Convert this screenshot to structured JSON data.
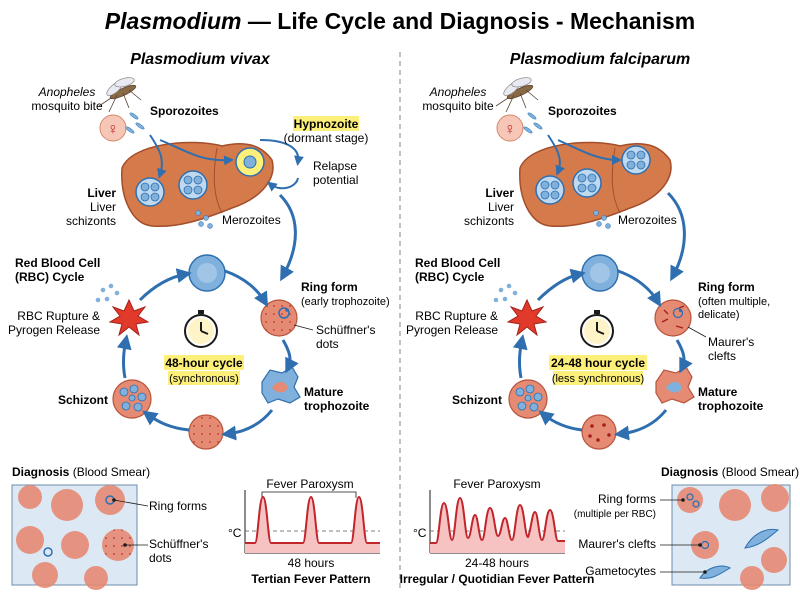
{
  "title_italic": "Plasmodium",
  "title_rest": " — Life Cycle and Diagnosis - Mechanism",
  "colors": {
    "liver": "#d57a4a",
    "liver_dark": "#a44f2c",
    "arrow": "#2f6fb0",
    "rbc": "#e58a73",
    "rbc_light": "#f6c7b6",
    "parasite_blue": "#7fb1dc",
    "highlight": "#fdf07a",
    "fever_red": "#c0262c",
    "smear_bg": "#dce9f5"
  },
  "vivax": {
    "title": "Plasmodium vivax",
    "mosquito_1": "Anopheles",
    "mosquito_2": "mosquito bite",
    "sporozoites": "Sporozoites",
    "hypnozoite": "Hypnozoite",
    "hypnozoite_sub": "(dormant stage)",
    "relapse_1": "Relapse",
    "relapse_2": "potential",
    "liver": "Liver",
    "liver_schizonts_1": "Liver",
    "liver_schizonts_2": "schizonts",
    "merozoites": "Merozoites",
    "rbc_cycle_1": "Red Blood Cell",
    "rbc_cycle_2": "(RBC) Cycle",
    "ring_form": "Ring form",
    "ring_sub": "(early trophozoite)",
    "dots_1": "Schüffner's",
    "dots_2": "dots",
    "cycle": "48-hour cycle",
    "cycle_sub": "(synchronous)",
    "mature_1": "Mature",
    "mature_2": "trophozoite",
    "rupture_1": "RBC Rupture &",
    "rupture_2": "Pyrogen Release",
    "schizont": "Schizont",
    "diagnosis": "Diagnosis",
    "diagnosis_sub": "(Blood Smear)",
    "smear_ring": "Ring forms",
    "smear_dots_1": "Schüffner's",
    "smear_dots_2": "dots",
    "fever_title": "Fever Paroxysm",
    "temp_unit": "°C",
    "fever_hours": "48 hours",
    "fever_pattern": "Tertian Fever Pattern"
  },
  "falciparum": {
    "title": "Plasmodium falciparum",
    "mosquito_1": "Anopheles",
    "mosquito_2": "mosquito bite",
    "sporozoites": "Sporozoites",
    "liver": "Liver",
    "liver_schizonts_1": "Liver",
    "liver_schizonts_2": "schizonts",
    "merozoites": "Merozoites",
    "rbc_cycle_1": "Red Blood Cell",
    "rbc_cycle_2": "(RBC) Cycle",
    "ring_form": "Ring form",
    "ring_sub_1": "(often multiple,",
    "ring_sub_2": "delicate)",
    "clefts_1": "Maurer's",
    "clefts_2": "clefts",
    "cycle": "24-48 hour cycle",
    "cycle_sub": "(less synchronous)",
    "mature_1": "Mature",
    "mature_2": "trophozoite",
    "rupture_1": "RBC Rupture &",
    "rupture_2": "Pyrogen Release",
    "schizont": "Schizont",
    "diagnosis": "Diagnosis",
    "diagnosis_sub": "(Blood Smear)",
    "smear_ring_1": "Ring forms",
    "smear_ring_2": "(multiple per RBC)",
    "smear_clefts": "Maurer's clefts",
    "smear_gametocytes": "Gametocytes",
    "fever_title": "Fever Paroxysm",
    "temp_unit": "°C",
    "fever_hours": "24-48 hours",
    "fever_pattern": "Irregular / Quotidian Fever Pattern"
  }
}
